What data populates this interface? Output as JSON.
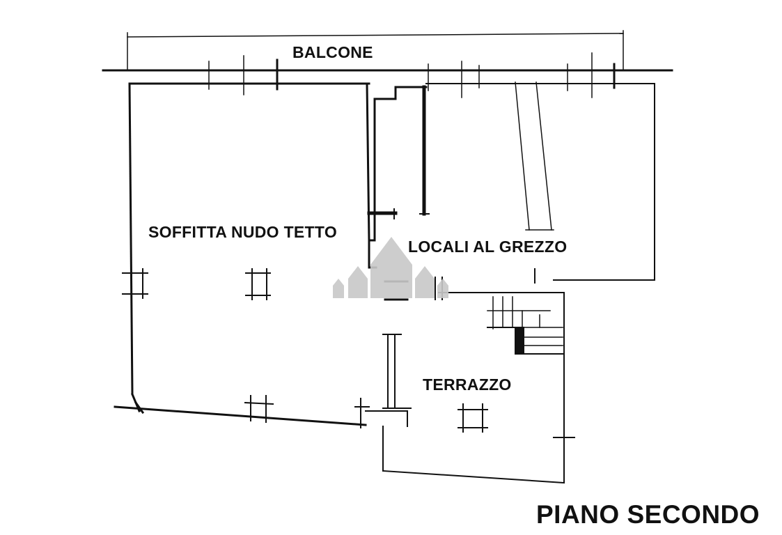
{
  "rooms": {
    "balcone": "BALCONE",
    "soffitta": "SOFFITTA NUDO TETTO",
    "locali": "LOCALI AL GREZZO",
    "terrazzo": "TERRAZZO"
  },
  "floor_label": "PIANO SECONDO",
  "colors": {
    "ink": "#111111",
    "watermark": "#c8c8c8",
    "background": "#ffffff"
  }
}
